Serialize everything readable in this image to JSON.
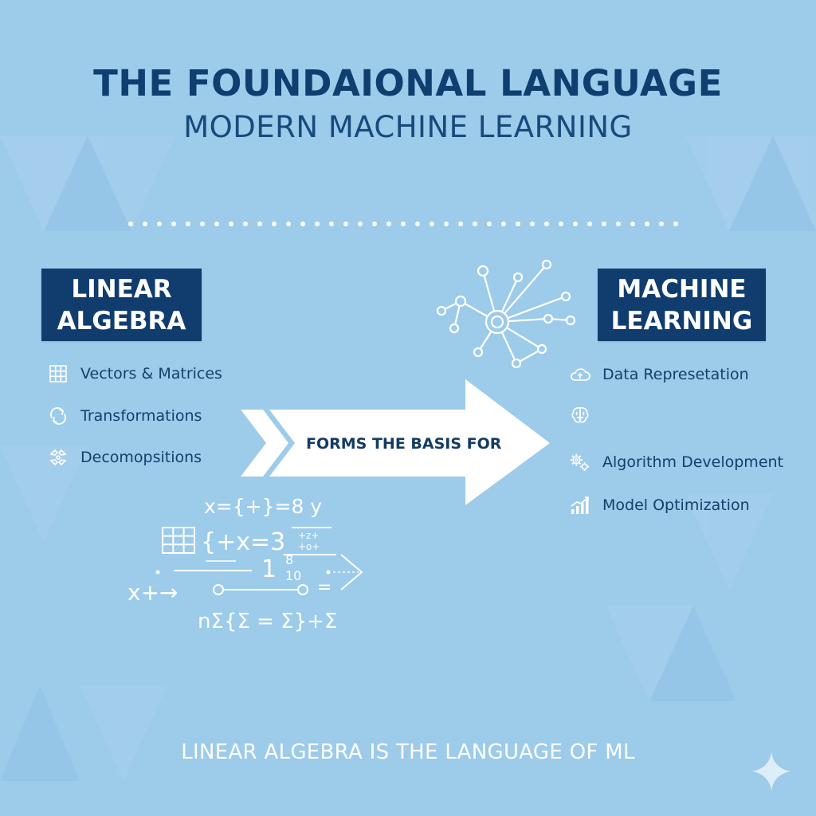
{
  "title": {
    "line1": "THE FOUNDAIONAL LANGUAGE",
    "line2": "MODERN MACHINE LEARNING"
  },
  "left_box": {
    "line1": "LINEAR",
    "line2": "ALGEBRA"
  },
  "right_box": {
    "line1": "MACHINE",
    "line2": "LEARNING"
  },
  "left_items": [
    {
      "label": "Vectors & Matrices",
      "icon": "grid-icon"
    },
    {
      "label": "Transformations",
      "icon": "rotate-arrows-icon"
    },
    {
      "label": "Decomopsitions",
      "icon": "decomposition-icon"
    }
  ],
  "right_items": [
    {
      "label": "Data Represetation",
      "icon": "cloud-icon"
    },
    {
      "label": "",
      "icon": "brain-icon"
    },
    {
      "label": "Algorithm Development",
      "icon": "gears-icon"
    },
    {
      "label": "Model Optimization",
      "icon": "growth-chart-icon"
    }
  ],
  "arrow": {
    "label": "FORMS THE BASIS FOR"
  },
  "math_symbols": {
    "row1": "x={+}=8 y",
    "row2": "{+x=3",
    "row3": "1",
    "row4": "x+→",
    "row5": "nΣ{Σ = Σ}+Σ",
    "small_a": "+z+",
    "small_b": "+o+",
    "small_c": "8",
    "small_d": "10"
  },
  "footer": {
    "text": "LINEAR ALGEBRA IS THE LANGUAGE OF ML"
  },
  "colors": {
    "background": "#9dcbea",
    "navy": "#103d6e",
    "title_text": "#0f3f70",
    "white": "#ffffff"
  }
}
